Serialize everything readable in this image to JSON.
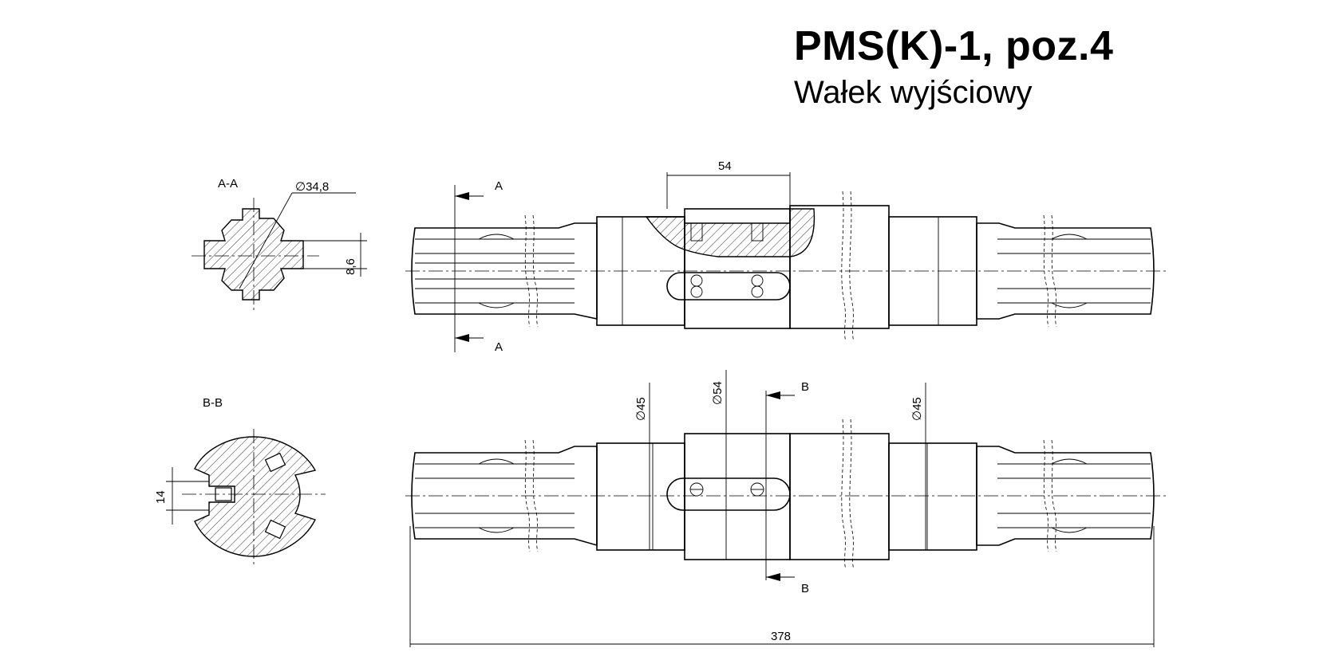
{
  "title": "PMS(K)-1, poz.4",
  "subtitle": "Wałek wyjściowy",
  "section_aa": {
    "label": "A-A",
    "diameter_label": "∅34,8",
    "key_width_label": "8,6"
  },
  "section_bb": {
    "label": "B-B",
    "pin_spacing_label": "14"
  },
  "top_view": {
    "slot_length_label": "54",
    "cut_marker_top": "A",
    "cut_marker_bottom": "A"
  },
  "bottom_view": {
    "left_diameter_label": "∅45",
    "middle_diameter_label": "∅54",
    "right_diameter_label": "∅45",
    "cut_marker_top": "B",
    "cut_marker_bottom": "B",
    "total_length_label": "378"
  }
}
